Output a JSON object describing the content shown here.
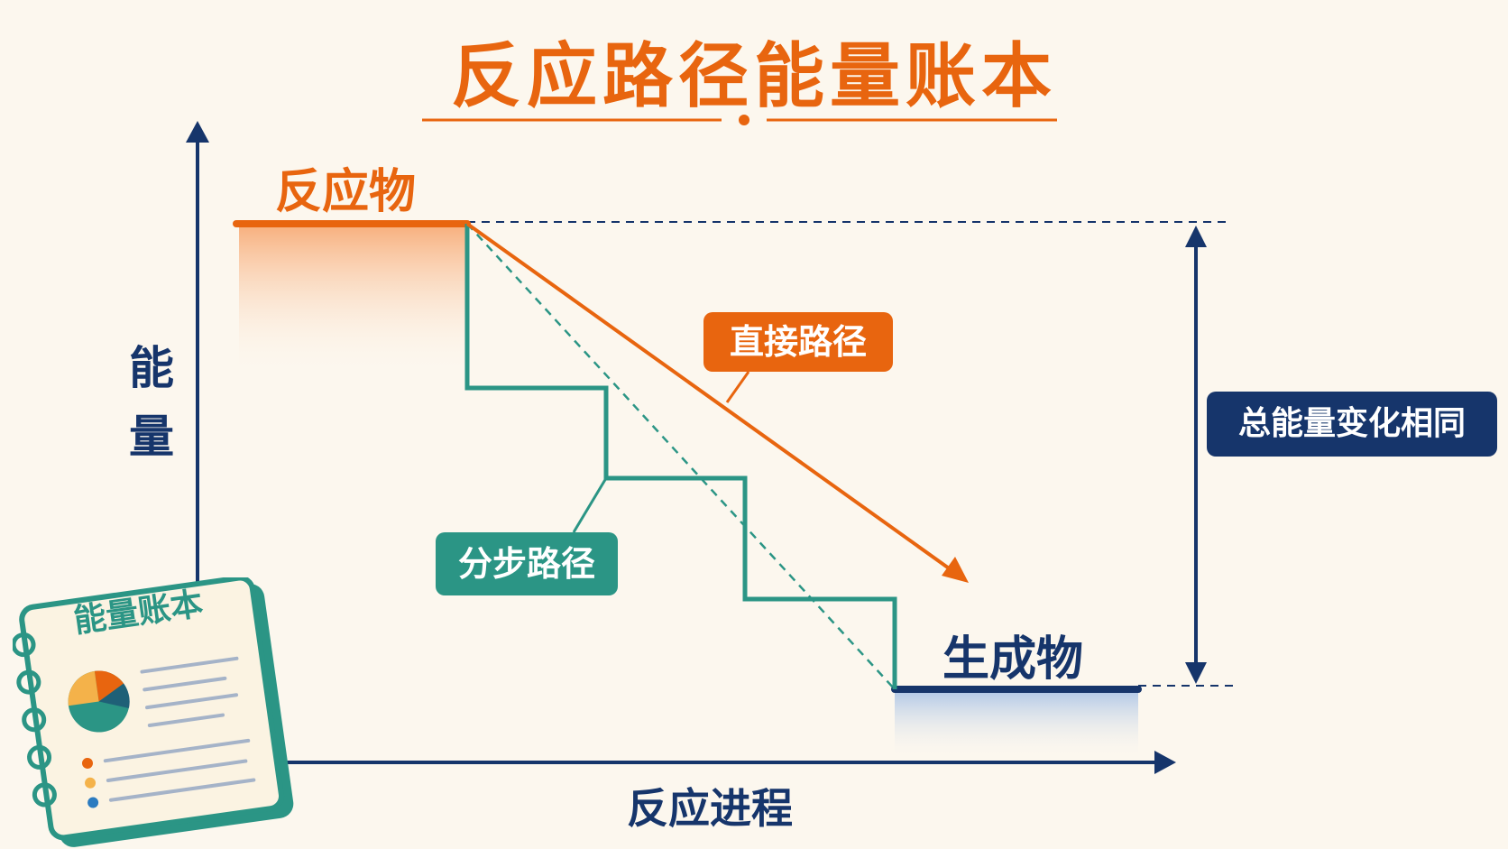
{
  "title": "反应路径能量账本",
  "axes": {
    "x_label": "反应进程",
    "y_label": "能量"
  },
  "levels": {
    "reactant": "反应物",
    "product": "生成物"
  },
  "paths": {
    "direct": "直接路径",
    "stepwise": "分步路径"
  },
  "annotation": {
    "total_change": "总能量变化相同"
  },
  "notebook": {
    "title": "能量账本"
  },
  "colors": {
    "orange": "#e8650f",
    "teal": "#2b9585",
    "navy": "#16356b",
    "background": "#fcf7ee"
  }
}
